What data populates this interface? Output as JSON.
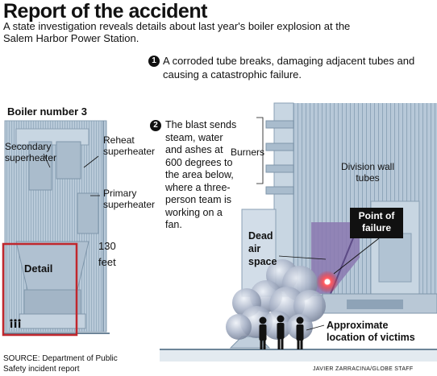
{
  "header": {
    "title": "Report of the accident",
    "intro": "A state investigation reveals details about last year's boiler explosion at the Salem Harbor Power Station."
  },
  "steps": [
    {
      "number": "1",
      "text": "A corroded tube breaks, damaging adjacent tubes and causing a catastrophic failure."
    },
    {
      "number": "2",
      "text": "The blast sends steam, water and ashes at 600 degrees to the area below, where a three-person team is working on a fan."
    }
  ],
  "boiler_overview": {
    "heading": "Boiler number 3",
    "labels": {
      "secondary_superheater": "Secondary superheater",
      "reheat_superheater": "Reheat superheater",
      "primary_superheater": "Primary superheater",
      "height_value": "130",
      "height_unit": "feet",
      "detail": "Detail"
    }
  },
  "detail_view": {
    "labels": {
      "burners": "Burners",
      "division_wall_tubes": "Division wall tubes",
      "point_of_failure": "Point of failure",
      "dead_air_space": "Dead air space",
      "victims_location": "Approximate location of victims"
    }
  },
  "footer": {
    "source": "SOURCE: Department of Public Safety incident report",
    "credit": "JAVIER ZARRACINA/GLOBE STAFF"
  },
  "colors": {
    "steel": "#9fb4c7",
    "steel_light": "#c8d6e2",
    "steel_dark": "#6d8599",
    "failure_zone": "#8b78b0",
    "detail_box": "#c0272d",
    "failure_label_bg": "#111111",
    "explosion": "#e8202a"
  }
}
